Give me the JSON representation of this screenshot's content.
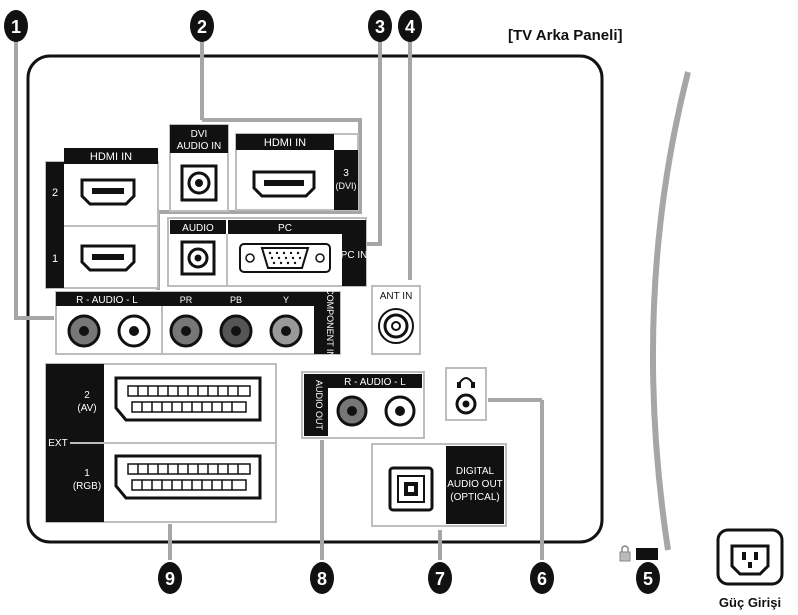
{
  "title": "[TV Arka Paneli]",
  "power_label": "Güç Girişi",
  "callouts": [
    "1",
    "2",
    "3",
    "4",
    "5",
    "6",
    "7",
    "8",
    "9"
  ],
  "ports": {
    "hdmi_in_left": "HDMI IN",
    "hdmi_num_2": "2",
    "hdmi_num_1": "1",
    "dvi_audio_in_line1": "DVI",
    "dvi_audio_in_line2": "AUDIO IN",
    "hdmi_in_right": "HDMI IN",
    "hdmi3_line1": "3",
    "hdmi3_line2": "(DVI)",
    "audio": "AUDIO",
    "pc": "PC",
    "pc_in": "PC IN",
    "ant_in": "ANT IN",
    "audio_rl": "R - AUDIO - L",
    "pr": "PR",
    "pb": "PB",
    "y": "Y",
    "component_in": "COMPONENT IN",
    "ext": "EXT",
    "scart2_line1": "2",
    "scart2_line2": "(AV)",
    "scart1_line1": "1",
    "scart1_line2": "(RGB)",
    "audio_out_rl": "R - AUDIO - L",
    "audio_out_vertical": "AUDIO OUT",
    "digital_line1": "DIGITAL",
    "digital_line2": "AUDIO OUT",
    "digital_line3": "(OPTICAL)",
    "headphone_icon": "headphone-icon",
    "kensington_icon": "lock-icon"
  }
}
